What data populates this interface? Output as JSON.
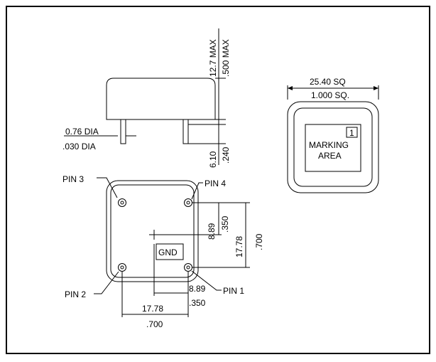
{
  "side_view": {
    "height_mm": "12.7 MAX",
    "height_in": ".500 MAX",
    "pin_dia_mm": "0.76 DIA",
    "pin_dia_in": ".030 DIA",
    "pin_len_mm": "6.10",
    "pin_len_in": ".240"
  },
  "top_view": {
    "size_mm": "25.40 SQ",
    "size_in": "1.000 SQ.",
    "marking_badge": "1",
    "marking_line1": "MARKING",
    "marking_line2": "AREA"
  },
  "bottom_view": {
    "pin3": "PIN 3",
    "pin4": "PIN 4",
    "pin2": "PIN 2",
    "pin1": "PIN 1",
    "gnd": "GND",
    "half_v_mm": "8.89",
    "half_v_in": ".350",
    "full_v_mm": "17.78",
    "full_v_in": ".700",
    "half_h_mm": "8.89",
    "half_h_in": ".350",
    "full_h_mm": "17.78",
    "full_h_in": ".700"
  }
}
